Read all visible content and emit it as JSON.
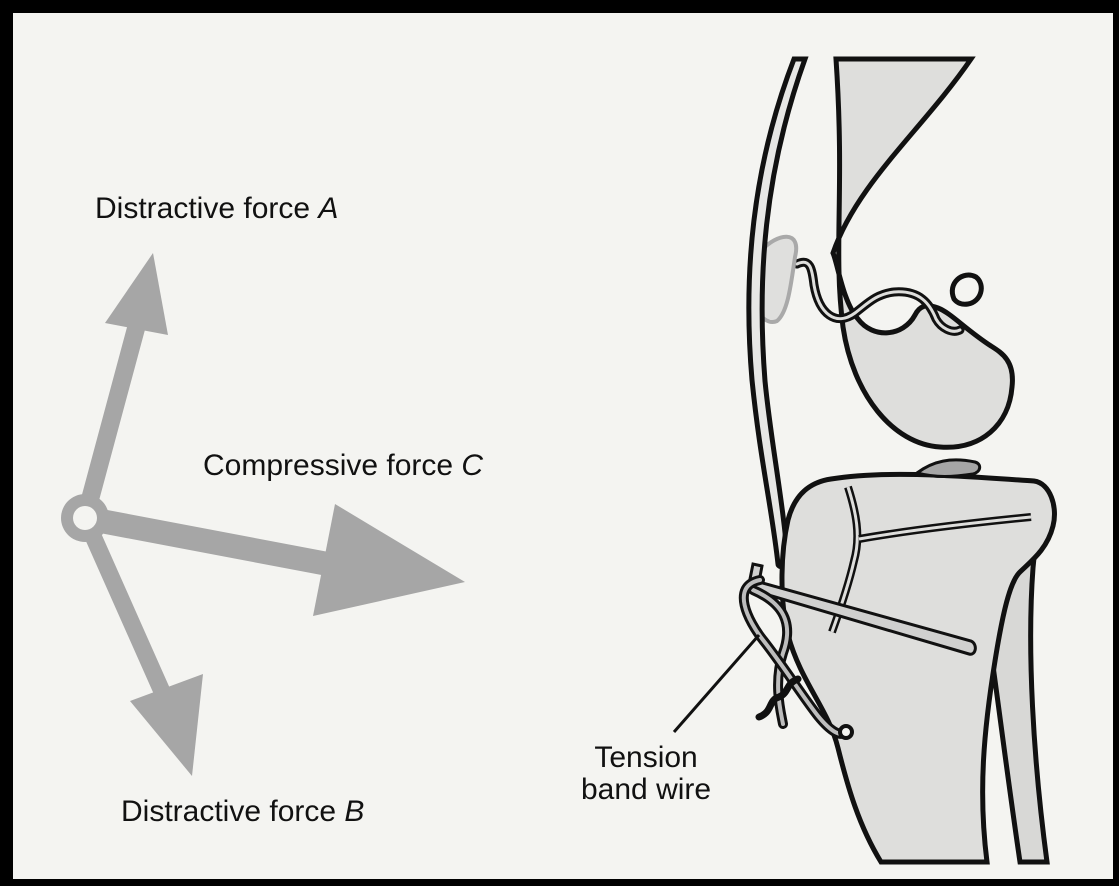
{
  "labels": {
    "force_a": {
      "text": "Distractive force",
      "letter": "A"
    },
    "force_b": {
      "text": "Distractive force",
      "letter": "B"
    },
    "force_c": {
      "text": "Compressive force",
      "letter": "C"
    },
    "tension_wire": {
      "line1": "Tension",
      "line2": "band wire"
    }
  },
  "colors": {
    "arrow_fill": "#a6a6a6",
    "bone_fill": "#dededc",
    "outline": "#111111",
    "background": "#f4f4f1",
    "frame": "#000000",
    "pin_fill": "#d0d0cf",
    "patella_outline": "#a9a9a9"
  }
}
